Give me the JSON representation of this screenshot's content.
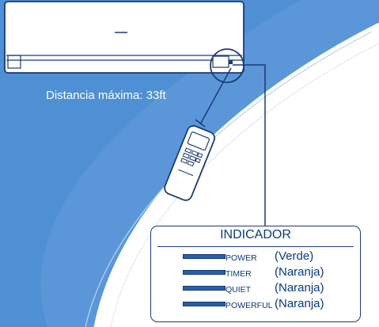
{
  "caption": "Distancia máxima: 33ft",
  "indicator": {
    "title": "INDICADOR",
    "rows": [
      {
        "label": "POWER",
        "color_text": "(Verde)"
      },
      {
        "label": "TIMER",
        "color_text": "(Naranja)"
      },
      {
        "label": "QUIET",
        "color_text": "(Naranja)"
      },
      {
        "label": "POWERFUL",
        "color_text": "(Naranja)"
      }
    ]
  },
  "colors": {
    "background": "#4f8fd4",
    "line": "#1a3a78",
    "text_dark": "#0b3b7d",
    "white": "#ffffff"
  }
}
